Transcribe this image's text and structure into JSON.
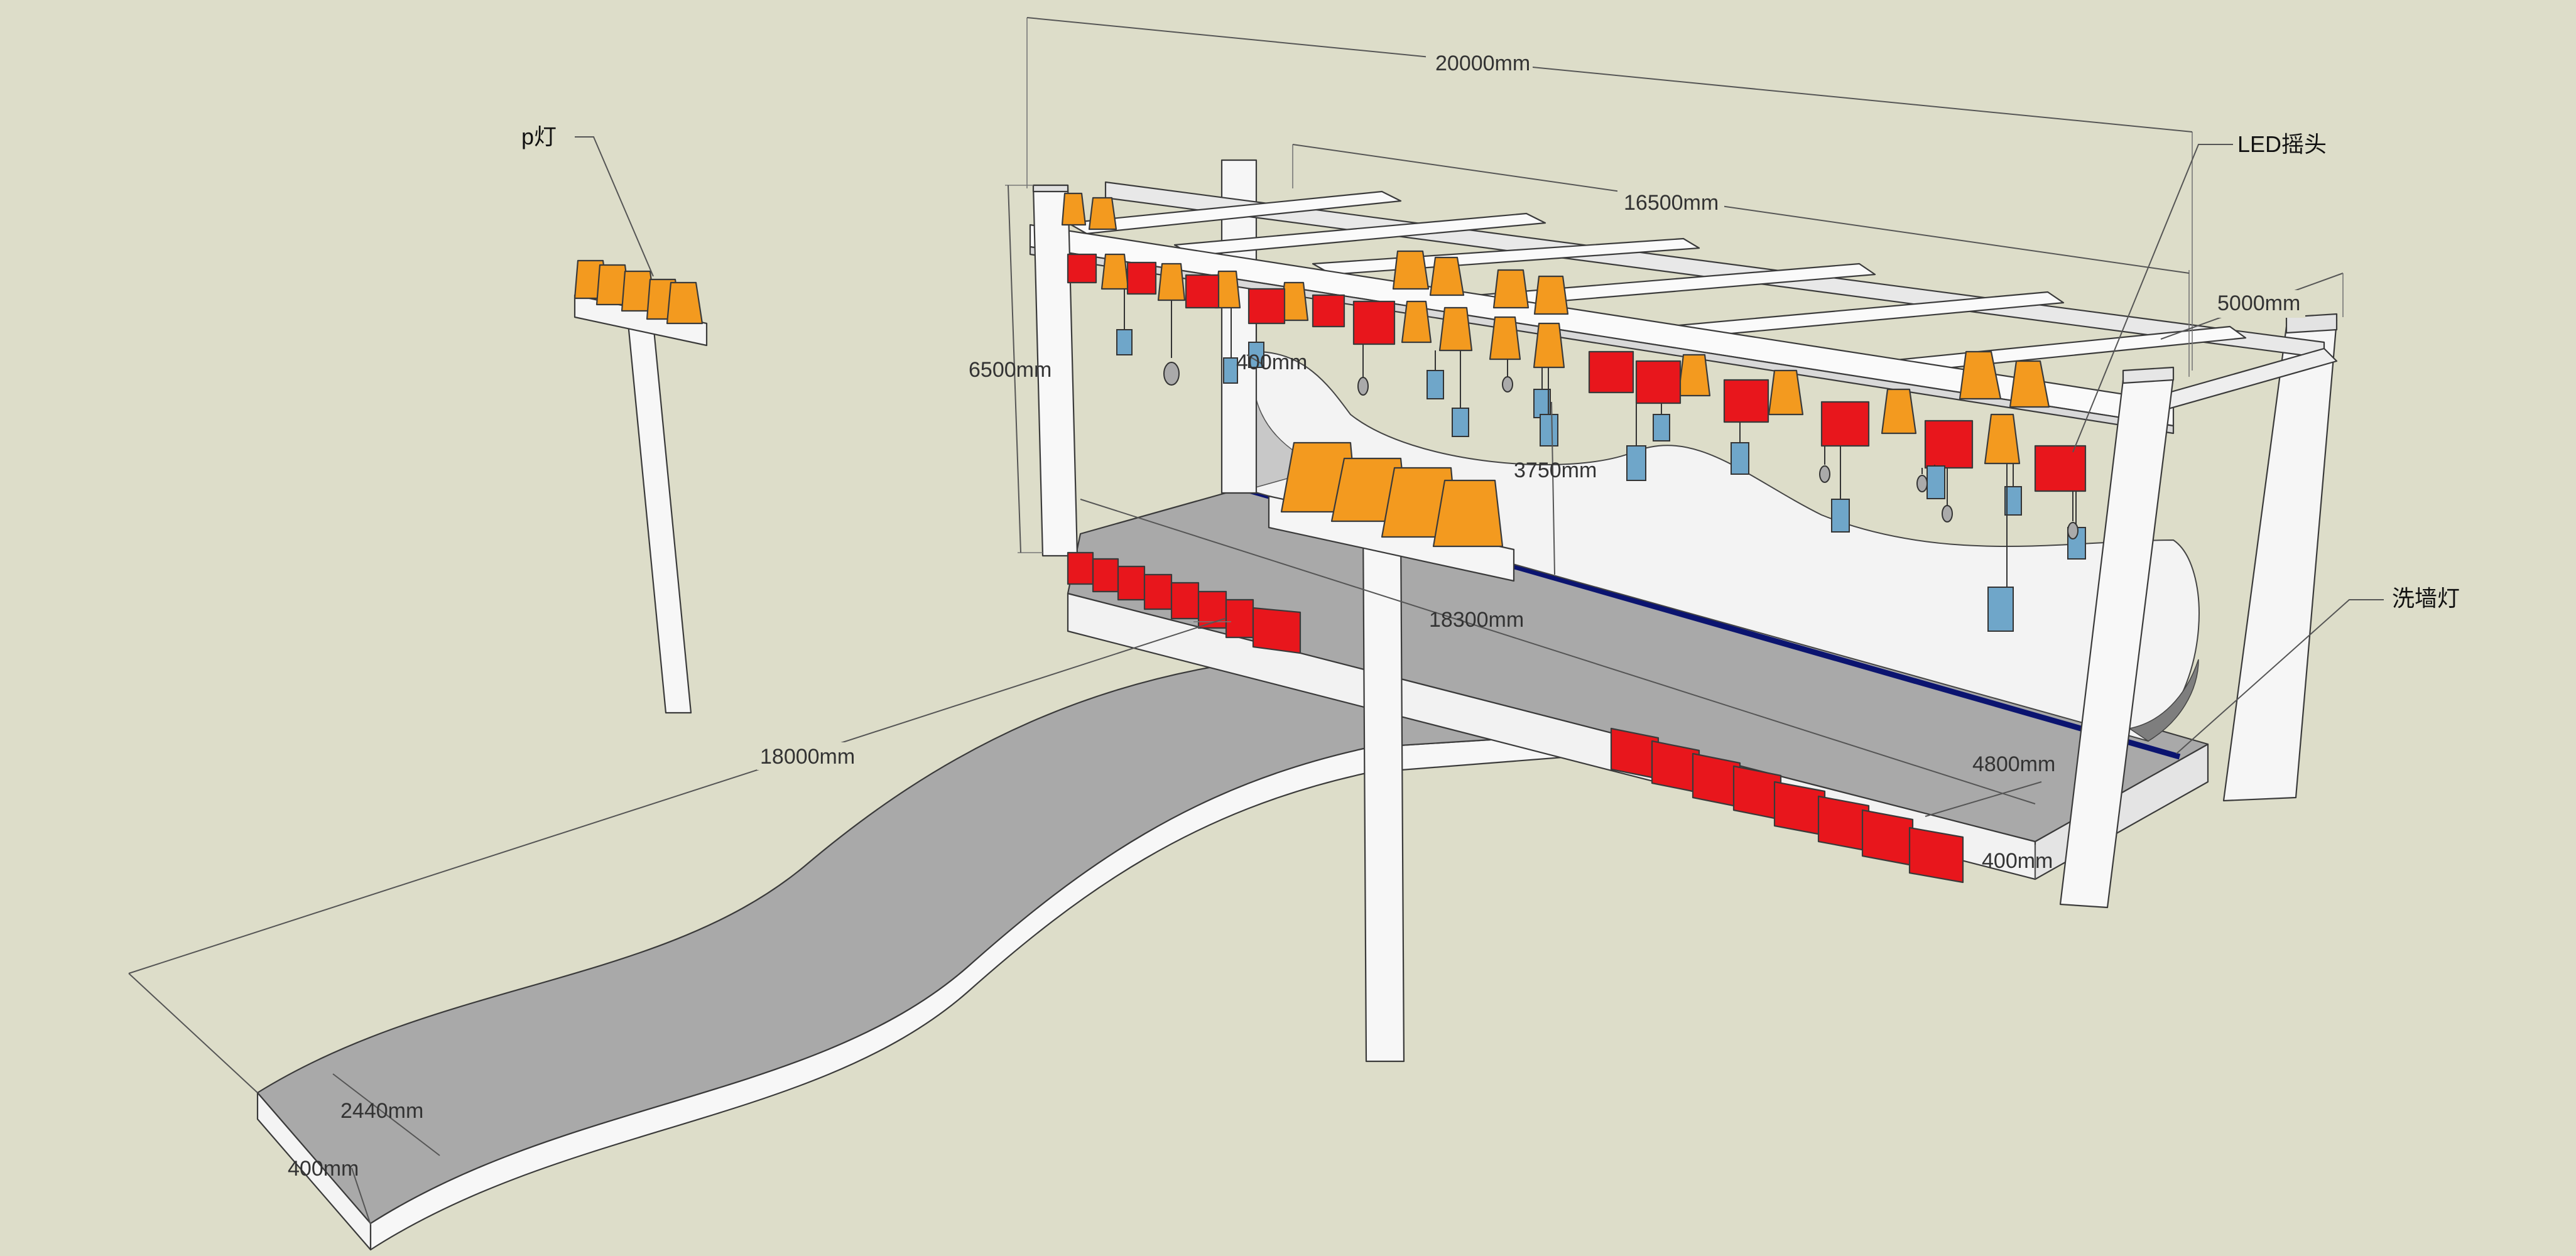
{
  "colors": {
    "background": "#ddddc9",
    "structure": "#fafafa",
    "structure_shade": "#d9d9d9",
    "floor": "#a9a9a9",
    "par_light": "#f39a1f",
    "led_moving_head": "#e8161c",
    "wash_strip": "#0b1470",
    "screen": "#f2f2f2"
  },
  "dimensions": {
    "total_width": "20000mm",
    "truss_width": "16500mm",
    "depth": "5000mm",
    "height": "6500mm",
    "screen_height": "3750mm",
    "stage_length": "18300mm",
    "stage_depth": "4800mm",
    "stage_height": "400mm",
    "runway_length": "18000mm",
    "runway_width": "2440mm",
    "runway_height": "400mm",
    "small": "400mm"
  },
  "callouts": {
    "par_light": "p灯",
    "led_moving_head": "LED摇头",
    "wall_washer": "洗墙灯"
  }
}
